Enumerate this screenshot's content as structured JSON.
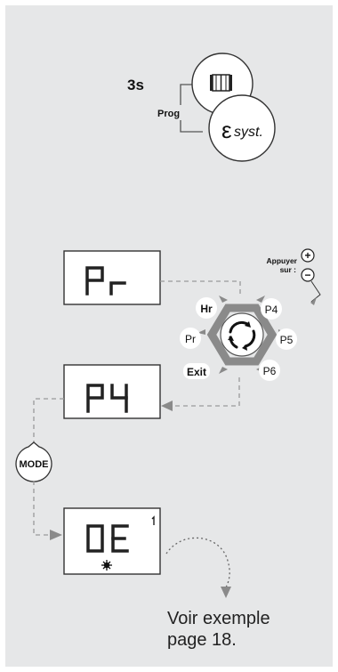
{
  "hold_time": "3s",
  "prog_label": "Prog",
  "esyst_label": "Esyst.",
  "press_label_line1": "Appuyer",
  "press_label_line2": "sur :",
  "plus_symbol": "+",
  "minus_symbol": "−",
  "display_1": "Pr",
  "display_2": "P4",
  "display_3": "0E",
  "display_3_indicator": "1",
  "selector_labels": [
    "Hr",
    "P4",
    "Pr",
    "P5",
    "Exit",
    "P6"
  ],
  "mode_label": "MODE",
  "footer_line1": "Voir exemple",
  "footer_line2": "page 18.",
  "colors": {
    "panel_bg": "#e6e7e8",
    "line": "#555555",
    "dashed": "#9a9a9a",
    "arrow": "#8a8a8a",
    "lcd_border": "#333333",
    "ring": "#8a8a8a"
  }
}
